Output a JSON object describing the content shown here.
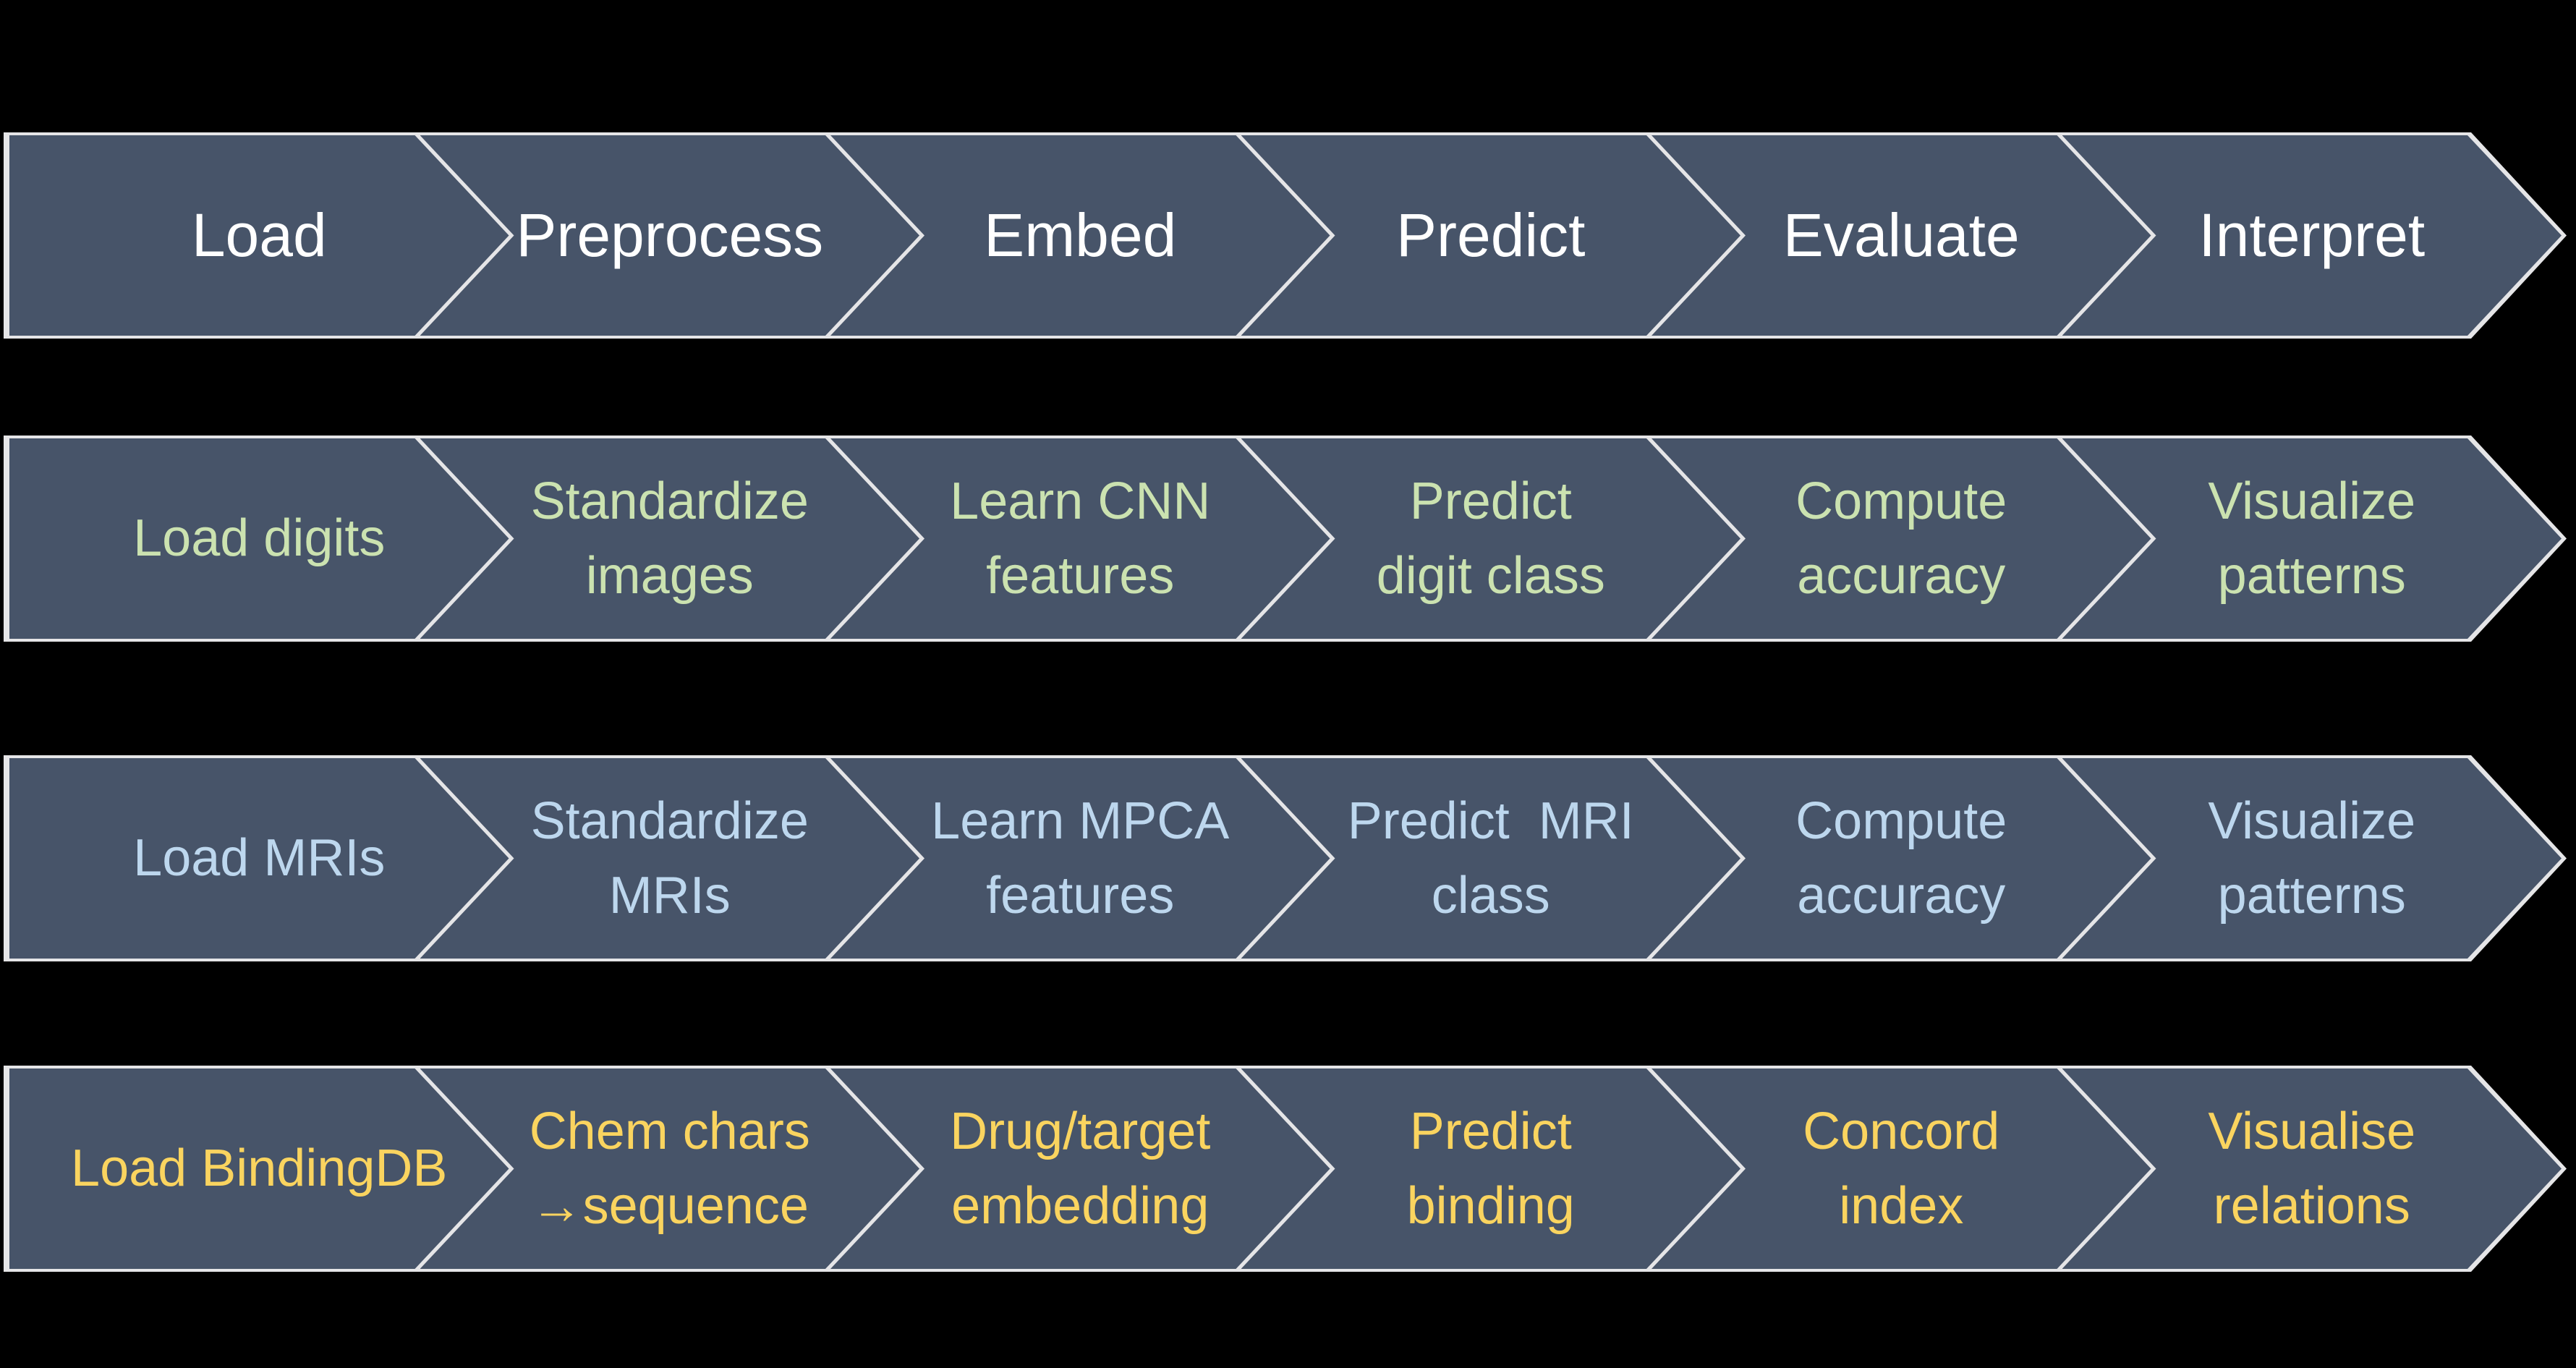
{
  "diagram": {
    "background_color": "#000000",
    "chevron_fill": "#475469",
    "chevron_outline": "#E5E5E7",
    "rows": [
      {
        "id": "generic-pipeline",
        "text_color": "#FFFFFF",
        "steps": [
          {
            "lines": [
              "Load"
            ]
          },
          {
            "lines": [
              "Preprocess"
            ]
          },
          {
            "lines": [
              "Embed"
            ]
          },
          {
            "lines": [
              "Predict"
            ]
          },
          {
            "lines": [
              "Evaluate"
            ]
          },
          {
            "lines": [
              "Interpret"
            ]
          }
        ]
      },
      {
        "id": "digits-pipeline",
        "text_color": "#CBE2B0",
        "steps": [
          {
            "lines": [
              "Load digits"
            ]
          },
          {
            "lines": [
              "Standardize",
              "images"
            ]
          },
          {
            "lines": [
              "Learn CNN",
              "features"
            ]
          },
          {
            "lines": [
              "Predict",
              "digit class"
            ]
          },
          {
            "lines": [
              "Compute",
              "accuracy"
            ]
          },
          {
            "lines": [
              "Visualize",
              "patterns"
            ]
          }
        ]
      },
      {
        "id": "mri-pipeline",
        "text_color": "#BDD7EE",
        "steps": [
          {
            "lines": [
              "Load MRIs"
            ]
          },
          {
            "lines": [
              "Standardize",
              "MRIs"
            ]
          },
          {
            "lines": [
              "Learn MPCA",
              "features"
            ]
          },
          {
            "lines": [
              "Predict  MRI",
              "class"
            ]
          },
          {
            "lines": [
              "Compute",
              "accuracy"
            ]
          },
          {
            "lines": [
              "Visualize",
              "patterns"
            ]
          }
        ]
      },
      {
        "id": "bindingdb-pipeline",
        "text_color": "#FAD45F",
        "steps": [
          {
            "lines": [
              "Load BindingDB"
            ]
          },
          {
            "lines": [
              "Chem chars",
              "→sequence"
            ]
          },
          {
            "lines": [
              "Drug/target",
              "embedding"
            ]
          },
          {
            "lines": [
              "Predict",
              "binding"
            ]
          },
          {
            "lines": [
              "Concord",
              "index"
            ]
          },
          {
            "lines": [
              "Visualise",
              "relations"
            ]
          }
        ]
      }
    ]
  }
}
